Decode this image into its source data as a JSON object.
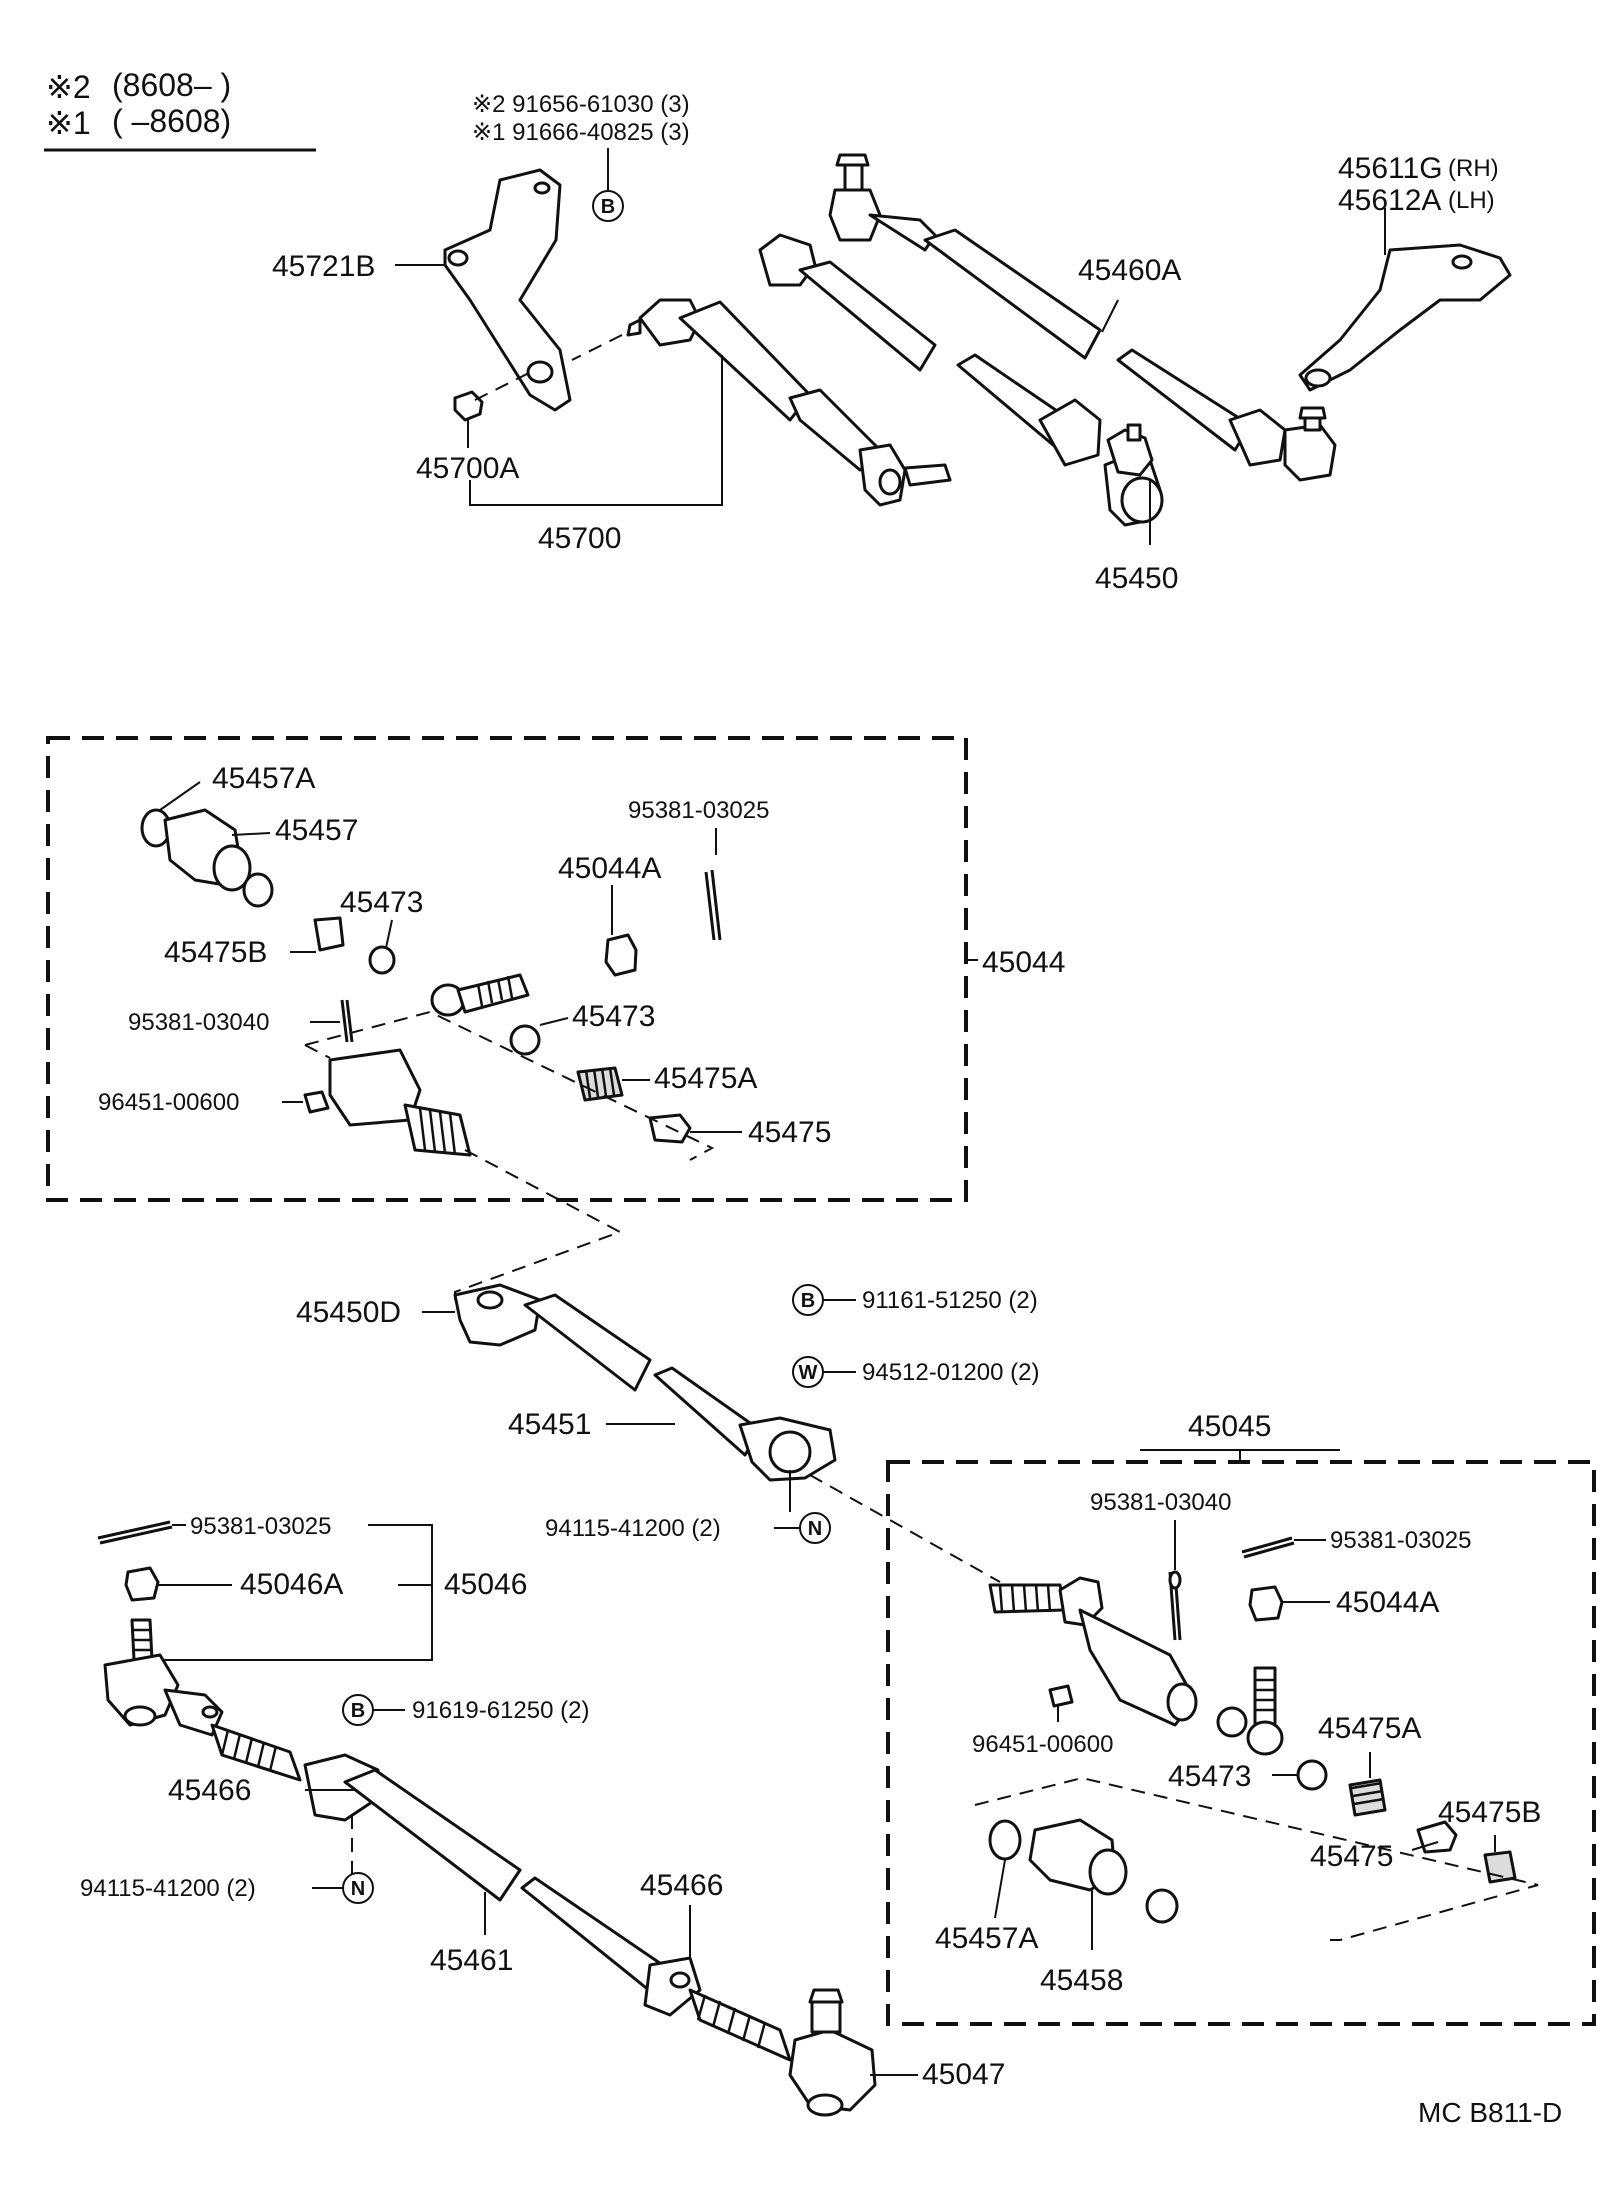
{
  "header": {
    "range_2_mark": "※2",
    "range_2": "(8608–       )",
    "range_1_mark": "※1",
    "range_1": "(       –8608)"
  },
  "notes": {
    "bolt_note_2": "※2 91656-61030 (3)",
    "bolt_note_1": "※1 91666-40825 (3)"
  },
  "symbols": {
    "bolt": "B",
    "washer": "W",
    "nut": "N"
  },
  "labels": {
    "p45721B": "45721B",
    "p45700A": "45700A",
    "p45700": "45700",
    "p45450": "45450",
    "p45460A": "45460A",
    "p45611G": "45611G",
    "p45611G_side": "(RH)",
    "p45612A": "45612A",
    "p45612A_side": "(LH)",
    "p45457A_top": "45457A",
    "p45457_top": "45457",
    "p45473_top1": "45473",
    "p45475B_top": "45475B",
    "p95381_03025_top": "95381-03025",
    "p45044A_top": "45044A",
    "p45044": "45044",
    "p95381_03040_top": "95381-03040",
    "p45473_top2": "45473",
    "p45475A_top": "45475A",
    "p96451_00600_top": "96451-00600",
    "p45475_top": "45475",
    "p91161_51250": "91161-51250 (2)",
    "p94512_01200": "94512-01200 (2)",
    "p45450D": "45450D",
    "p45451": "45451",
    "p45045": "45045",
    "p95381_03040_right": "95381-03040",
    "p95381_03025_right": "95381-03025",
    "p45044A_right": "45044A",
    "p94115_41200_mid": "94115-41200 (2)",
    "p95381_03025_left": "95381-03025",
    "p45046A": "45046A",
    "p45046": "45046",
    "p91619_61250": "91619-61250 (2)",
    "p96451_00600_right": "96451-00600",
    "p45475A_right": "45475A",
    "p45473_right": "45473",
    "p45475B_right": "45475B",
    "p45466_left": "45466",
    "p45475_right": "45475",
    "p94115_41200_left": "94115-41200 (2)",
    "p45461": "45461",
    "p45466_right": "45466",
    "p45457A_right": "45457A",
    "p45458": "45458",
    "p45047": "45047"
  },
  "footer": {
    "code": "MC   B811-D"
  }
}
